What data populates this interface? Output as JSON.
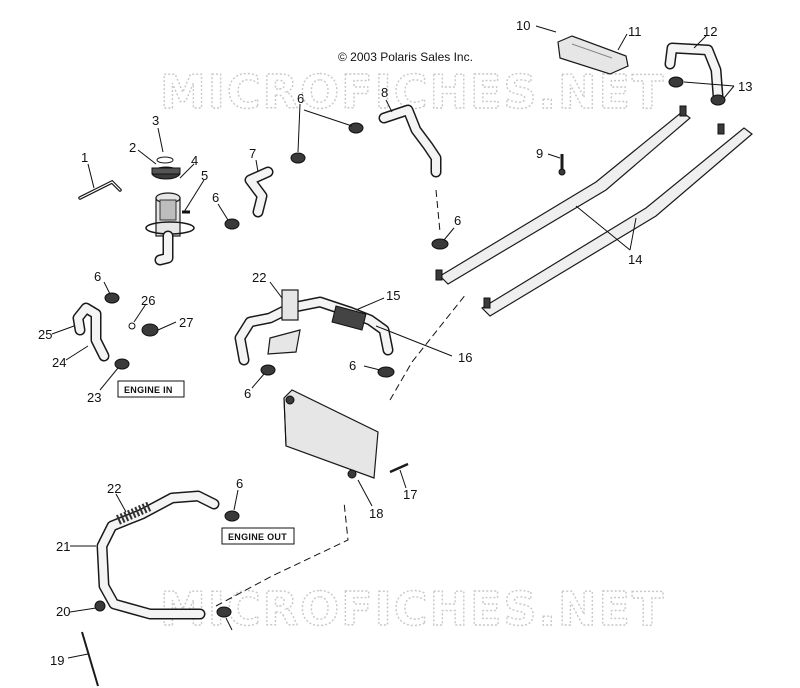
{
  "copyright": "© 2003 Polaris Sales Inc.",
  "watermark": "MICROFICHES.NET",
  "labels": {
    "engine_in": "ENGINE IN",
    "engine_out": "ENGINE OUT"
  },
  "callouts": [
    "1",
    "2",
    "3",
    "4",
    "5",
    "6",
    "6",
    "6",
    "6",
    "6",
    "6",
    "6",
    "7",
    "8",
    "9",
    "10",
    "11",
    "12",
    "13",
    "14",
    "15",
    "16",
    "17",
    "18",
    "19",
    "20",
    "21",
    "22",
    "22",
    "23",
    "24",
    "25",
    "26",
    "27"
  ]
}
